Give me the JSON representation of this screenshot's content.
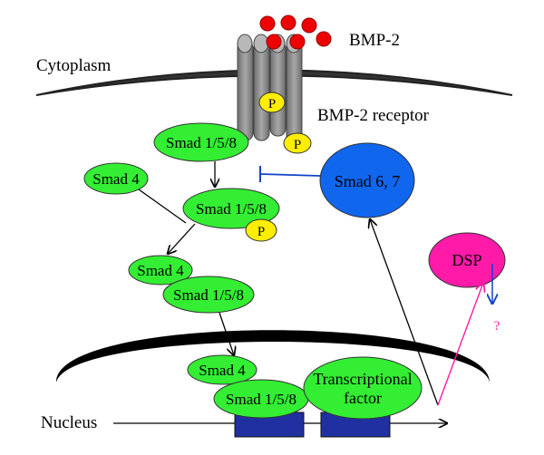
{
  "labels": {
    "cytoplasm": "Cytoplasm",
    "nucleus": "Nucleus",
    "ligand": "BMP-2",
    "receptor": "BMP-2 receptor",
    "question": "?"
  },
  "nodes": {
    "smad158_receptor": "Smad 1/5/8",
    "smad4_free": "Smad 4",
    "smad158_phospho": "Smad 1/5/8",
    "smad4_complex": "Smad 4",
    "smad158_complex": "Smad 1/5/8",
    "smad4_nuclear": "Smad 4",
    "smad158_nuclear": "Smad 1/5/8",
    "transcription_factor_line1": "Transcriptional",
    "transcription_factor_line2": "factor",
    "smad67": "Smad 6, 7",
    "dsp": "DSP"
  },
  "phospho": {
    "receptor_p1": "P",
    "receptor_p2": "P",
    "smad_p": "P"
  },
  "colors": {
    "smad_green": "#33ee33",
    "phospho_yellow": "#ffee00",
    "ligand_red": "#ee0000",
    "smad67_blue": "#1166ee",
    "dsp_magenta": "#ff1aa8",
    "gene_navy": "#2030a0",
    "inhibition_blue": "#1144cc",
    "receptor_gray": "#888888"
  }
}
